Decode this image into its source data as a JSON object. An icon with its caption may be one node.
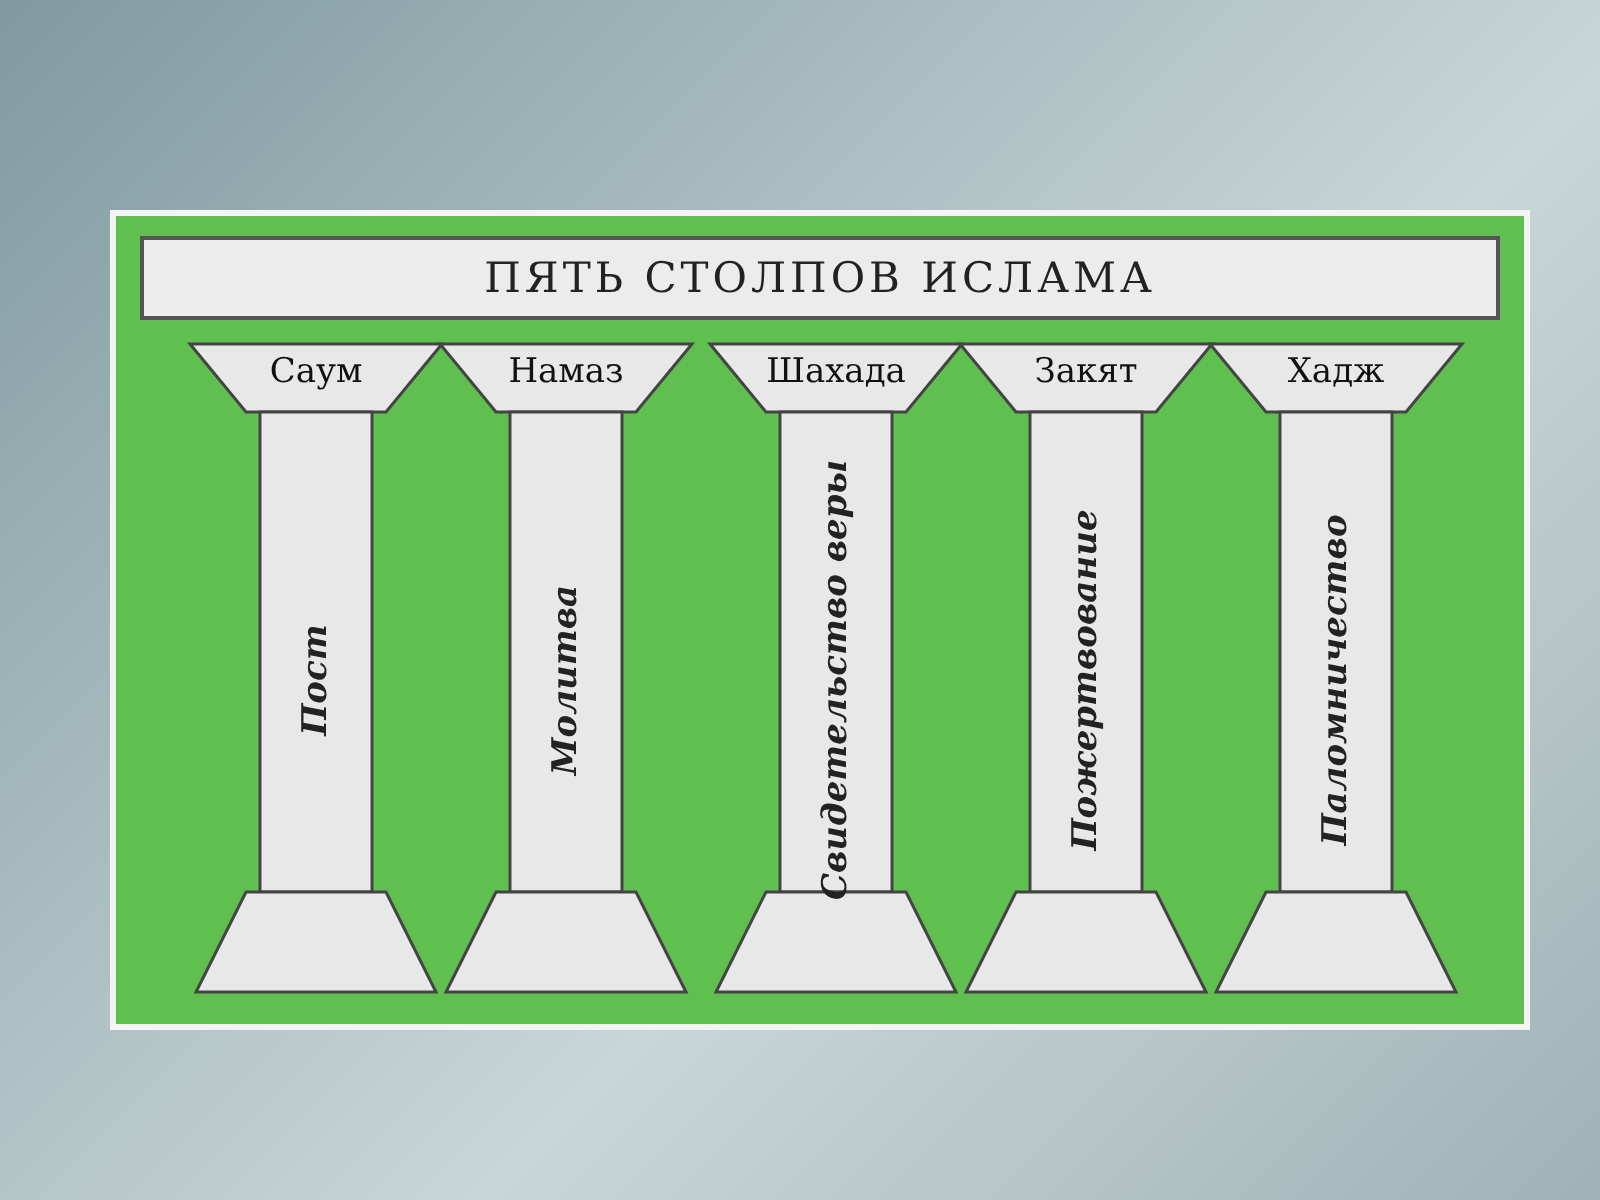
{
  "diagram": {
    "nodes": [
      {
        "text": [
          "ПЯТЬ СТОЛПОВ ИСЛАМА"
        ]
      },
      {
        "text": [
          "Саум",
          "Пост"
        ]
      },
      {
        "text": [
          "Намаз",
          "Молитва"
        ]
      },
      {
        "text": [
          "Шахада",
          "Свидетельство веры"
        ]
      },
      {
        "text": [
          "Закят",
          "Пожертвование"
        ]
      },
      {
        "text": [
          "Хадж",
          "Паломничество"
        ]
      }
    ]
  }
}
